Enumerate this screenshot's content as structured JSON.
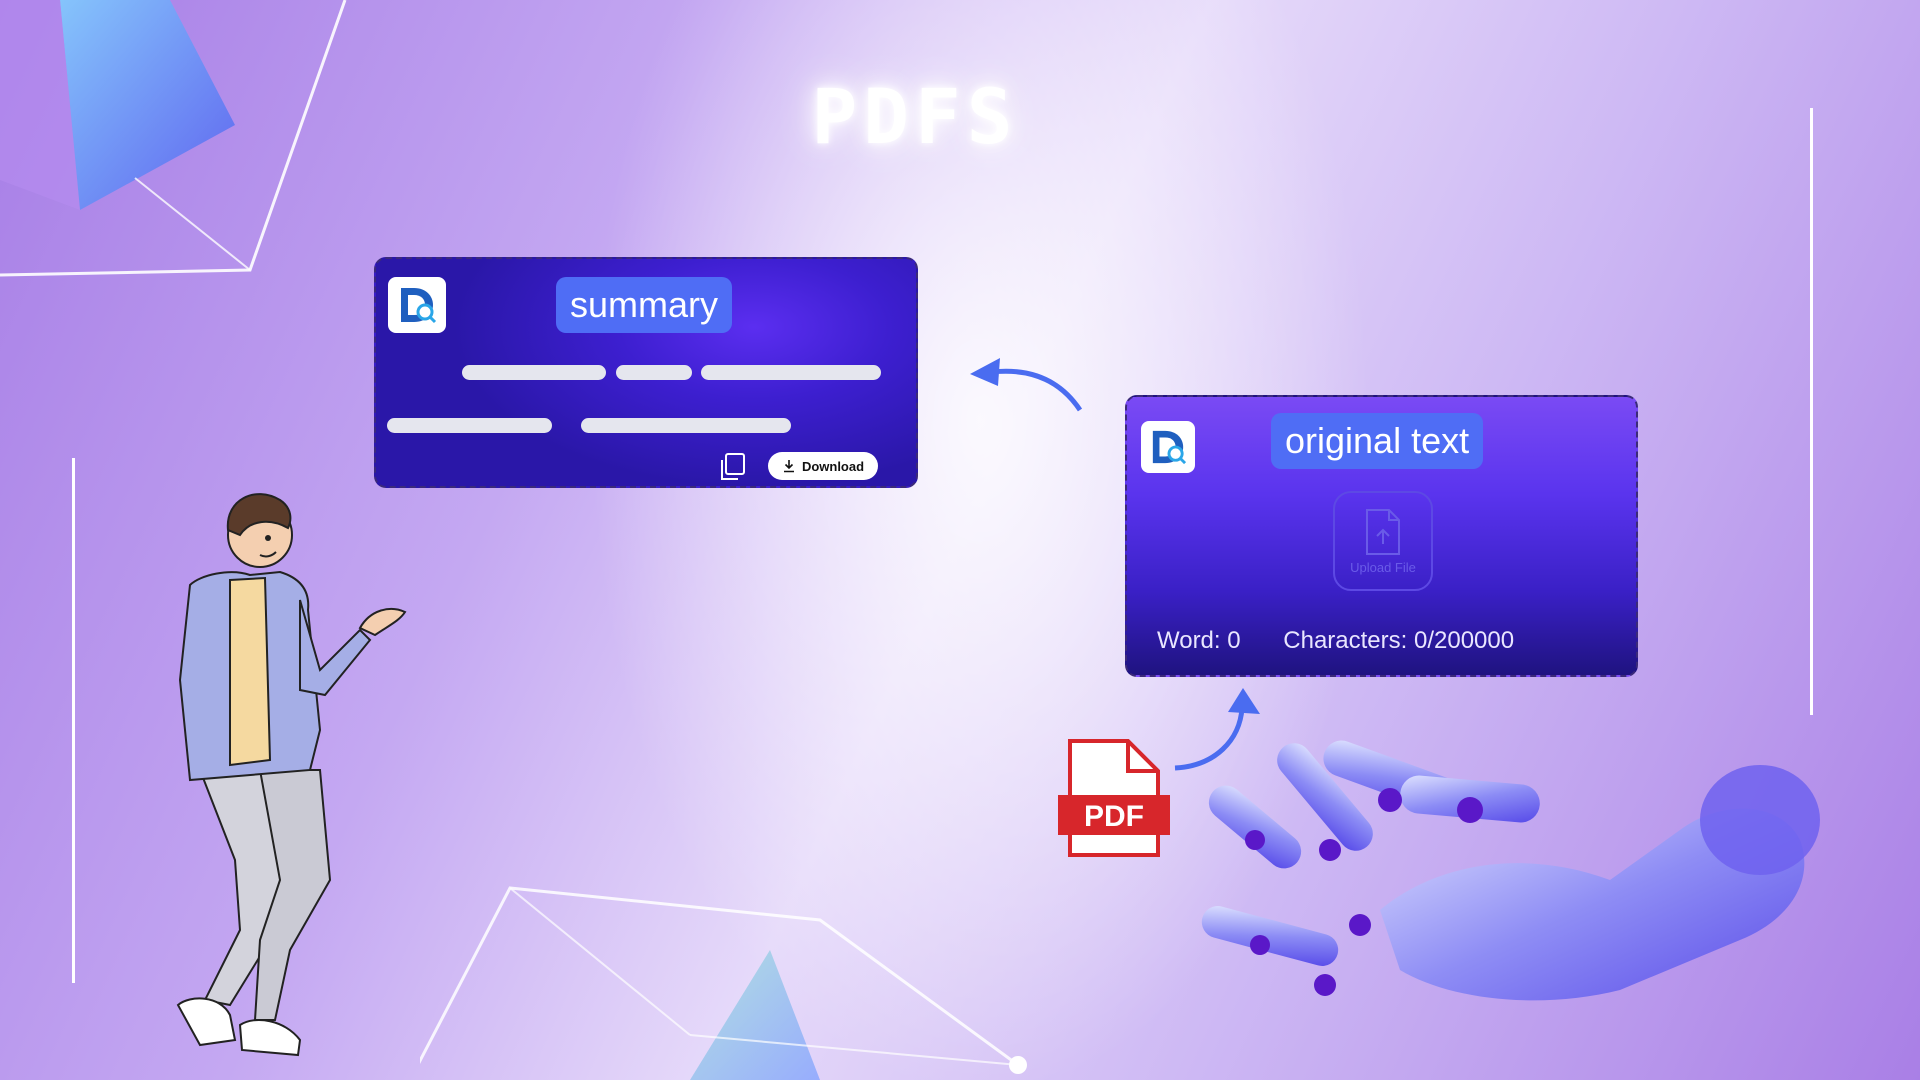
{
  "page": {
    "title": "PDFS"
  },
  "summary_card": {
    "badge": "summary",
    "download_label": "Download"
  },
  "original_card": {
    "badge": "original text",
    "upload_label": "Upload File",
    "word_count": "Word: 0",
    "char_count": "Characters: 0/200000"
  },
  "pdf_icon": {
    "label": "PDF"
  },
  "colors": {
    "card_summary": "#3d1fd0",
    "card_original": "#5a34ee",
    "badge": "#4f6df5",
    "arrow": "#4a6cf0",
    "pdf_red": "#d7262b"
  },
  "icons": [
    "logo-icon",
    "copy-icon",
    "download-icon",
    "upload-file-icon",
    "pdf-file-icon",
    "arrow-icon"
  ]
}
